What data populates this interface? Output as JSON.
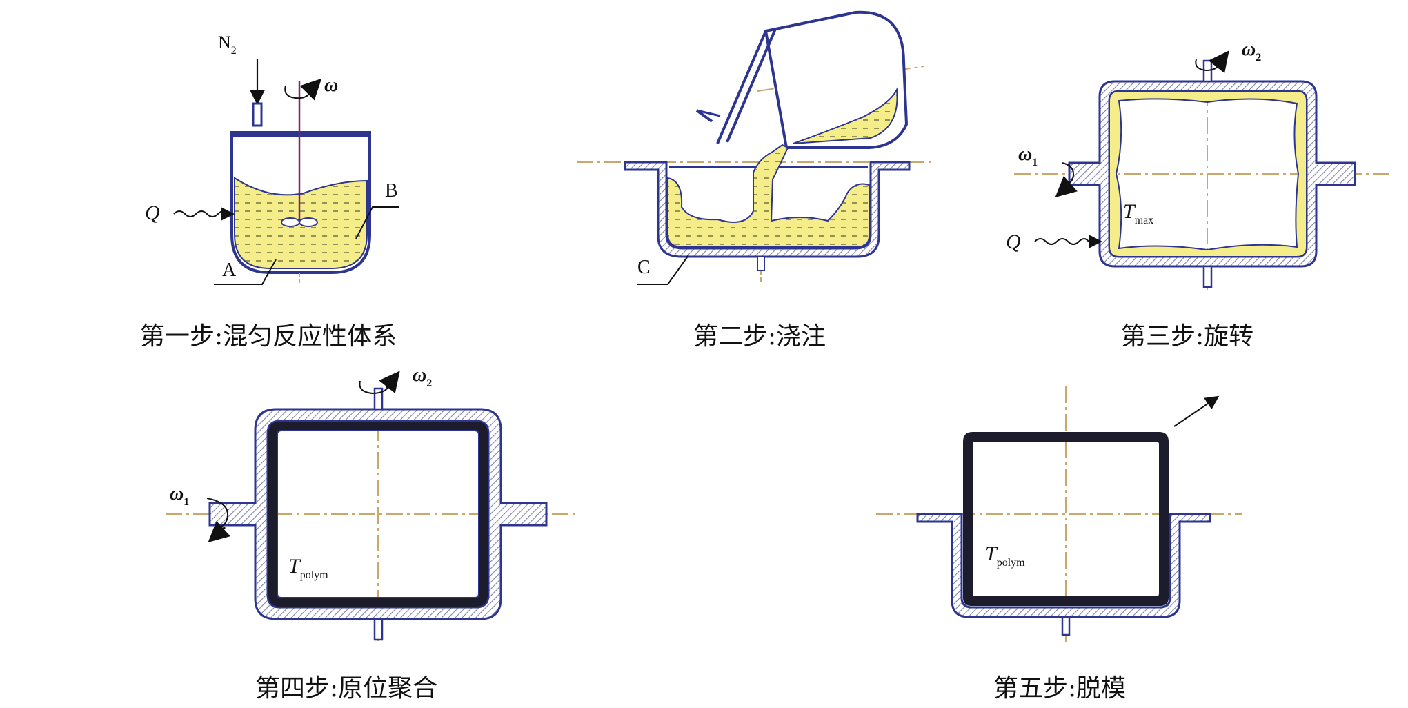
{
  "steps": [
    {
      "caption": "第一步:混匀反应性体系",
      "labels": {
        "n2": "N",
        "n2_sub": "2",
        "omega": "ω",
        "q": "Q",
        "a": "A",
        "b": "B"
      }
    },
    {
      "caption": "第二步:浇注",
      "labels": {
        "c": "C"
      }
    },
    {
      "caption": "第三步:旋转",
      "labels": {
        "omega1": "ω",
        "omega1_sub": "1",
        "omega2": "ω",
        "omega2_sub": "2",
        "t": "T",
        "t_sub": "max",
        "q": "Q"
      }
    },
    {
      "caption": "第四步:原位聚合",
      "labels": {
        "omega1": "ω",
        "omega1_sub": "1",
        "omega2": "ω",
        "omega2_sub": "2",
        "t": "T",
        "t_sub": "polym"
      }
    },
    {
      "caption": "第五步:脱模",
      "labels": {
        "t": "T",
        "t_sub": "polym"
      }
    }
  ],
  "colors": {
    "outline": "#2d3590",
    "liquid": "#f5ed8a",
    "centerline": "#c9a86a",
    "polymer": "#1c1c2c",
    "hatch": "#8a8fb5"
  }
}
